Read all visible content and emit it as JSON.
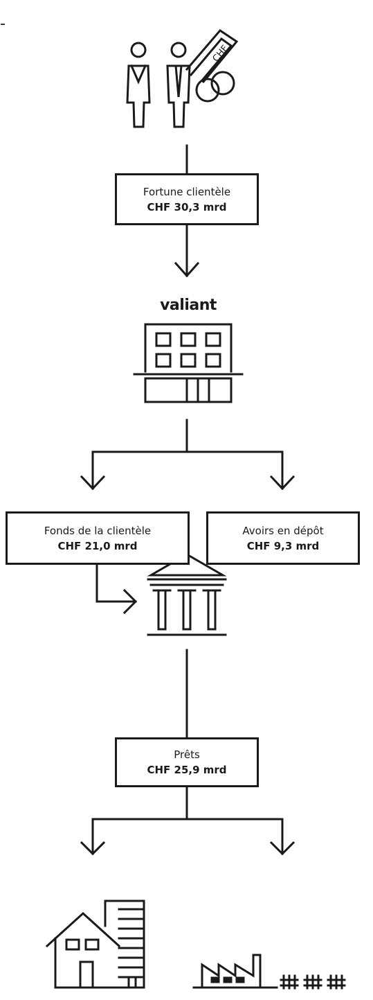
{
  "brand": "valiant",
  "top_mark": "-",
  "icons": {
    "clients": "clients-with-money-icon",
    "currency_note": "CHF",
    "bank": "bank-building-icon",
    "institution": "columned-institution-icon",
    "housing": "house-and-tower-icon",
    "industry": "factory-icon"
  },
  "boxes": {
    "fortune": {
      "label": "Fortune clientèle",
      "value": "CHF 30,3 mrd"
    },
    "fonds": {
      "label": "Fonds de la clientèle",
      "value": "CHF 21,0 mrd"
    },
    "avoirs": {
      "label": "Avoirs en dépôt",
      "value": "CHF 9,3 mrd"
    },
    "prets": {
      "label": "Prêts",
      "value": "CHF 25,9 mrd"
    }
  },
  "colors": {
    "ink": "#1a1a1a",
    "background": "#ffffff"
  }
}
